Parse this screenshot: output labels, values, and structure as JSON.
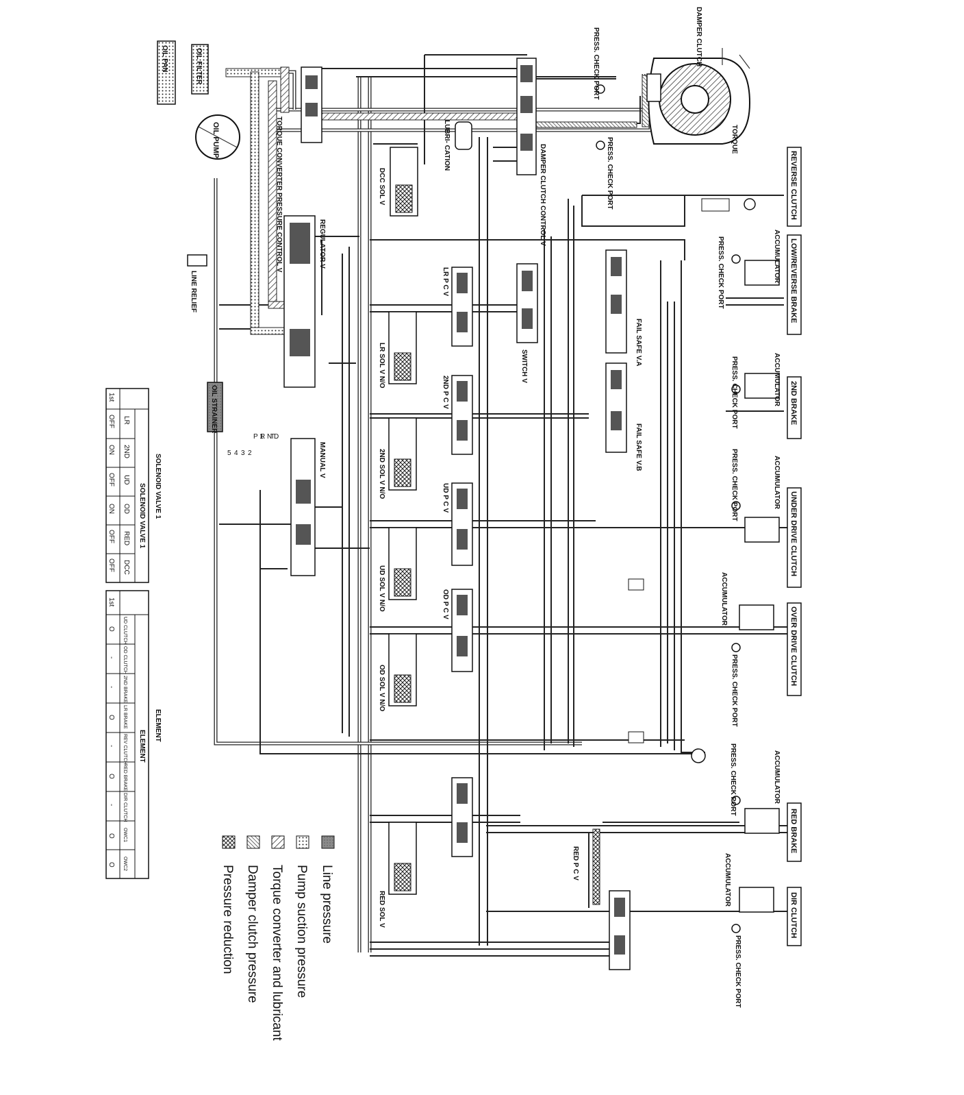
{
  "elements": {
    "reverse_clutch": "REVERSE CLUTCH",
    "low_reverse_brake": "LOW/REVERSE BRAKE",
    "second_brake": "2ND BRAKE",
    "under_drive_clutch": "UNDER DRIVE CLUTCH",
    "over_drive_clutch": "OVER DRIVE CLUTCH",
    "red_brake": "RED BRAKE",
    "dir_clutch": "DIR CLUTCH"
  },
  "components": {
    "damper_clutch": "DAMPER CLUTCH",
    "torque": "TORQUE",
    "press_check_port": "PRESS. CHECK PORT",
    "accumulator": "ACCUMULATOR",
    "oil_pump": "OIL PUMP",
    "oil_pan": "OIL PAN",
    "oil_filter": "OIL FILTER",
    "tc_pressure_control_v": "TORQUE CONVERTER PRESSURE CONTROL V",
    "lubrication": "LUBRI- CATION",
    "damper_clutch_control_v": "DAMPER CLUTCH CONTROL V",
    "dcc_sol_v": "DCC SOL V",
    "regulator_v": "REGULATOR V",
    "line_relief": "LINE RELIEF",
    "lr_pcv": "LR P C V",
    "lr_sol_v": "LR SOL V N/O",
    "switch_v": "SWITCH V",
    "fail_safe_va": "FAIL SAFE V.A",
    "fail_safe_vb": "FAIL SAFE V.B",
    "second_pcv": "2ND P C V",
    "second_sol_v": "2ND SOL V N/O",
    "ud_pcv": "UD P C V",
    "ud_sol_v": "UD SOL V N/O",
    "od_pcv": "OD P C V",
    "od_sol_v": "OD SOL V N/O",
    "red_pcv": "RED P C V",
    "red_sol_v": "RED SOL V",
    "oil_strainer": "OIL STRAINER",
    "manual_v": "MANUAL V",
    "manual_positions": [
      "T",
      "R N D",
      "P 1",
      "2",
      "3",
      "4",
      "5"
    ]
  },
  "legend": [
    {
      "label": "Line pressure",
      "pattern": "solid-gray"
    },
    {
      "label": "Pump suction pressure",
      "pattern": "dots"
    },
    {
      "label": "Torque converter and lubricant",
      "pattern": "diag"
    },
    {
      "label": "Damper clutch pressure",
      "pattern": "diag-dense"
    },
    {
      "label": "Pressure reduction",
      "pattern": "cross"
    }
  ],
  "solenoid_table": {
    "title": "SOLENOID VALVE 1",
    "headers": [
      "LR",
      "2ND",
      "UD",
      "OD",
      "RED",
      "DCC"
    ],
    "rows": [
      {
        "label": "1st",
        "values": [
          "OFF",
          "ON",
          "OFF",
          "ON",
          "OFF",
          "OFF"
        ]
      }
    ]
  },
  "element_table": {
    "title": "ELEMENT",
    "subtitle": "ELEMENT",
    "headers": [
      "UD CLUTCH",
      "OD CLUTCH",
      "2ND BRAKE",
      "LR BRAKE",
      "REV CLUTCH",
      "RED BRAKE",
      "DIR CLUTCH",
      "OWC1",
      "OWC2"
    ],
    "rows": [
      {
        "label": "1st",
        "values": [
          "O",
          "-",
          "-",
          "O",
          "-",
          "O",
          "-",
          "O",
          "O"
        ]
      }
    ]
  },
  "colors": {
    "ink": "#111111",
    "line_fill": "#8a8a8a",
    "paper": "#ffffff"
  }
}
